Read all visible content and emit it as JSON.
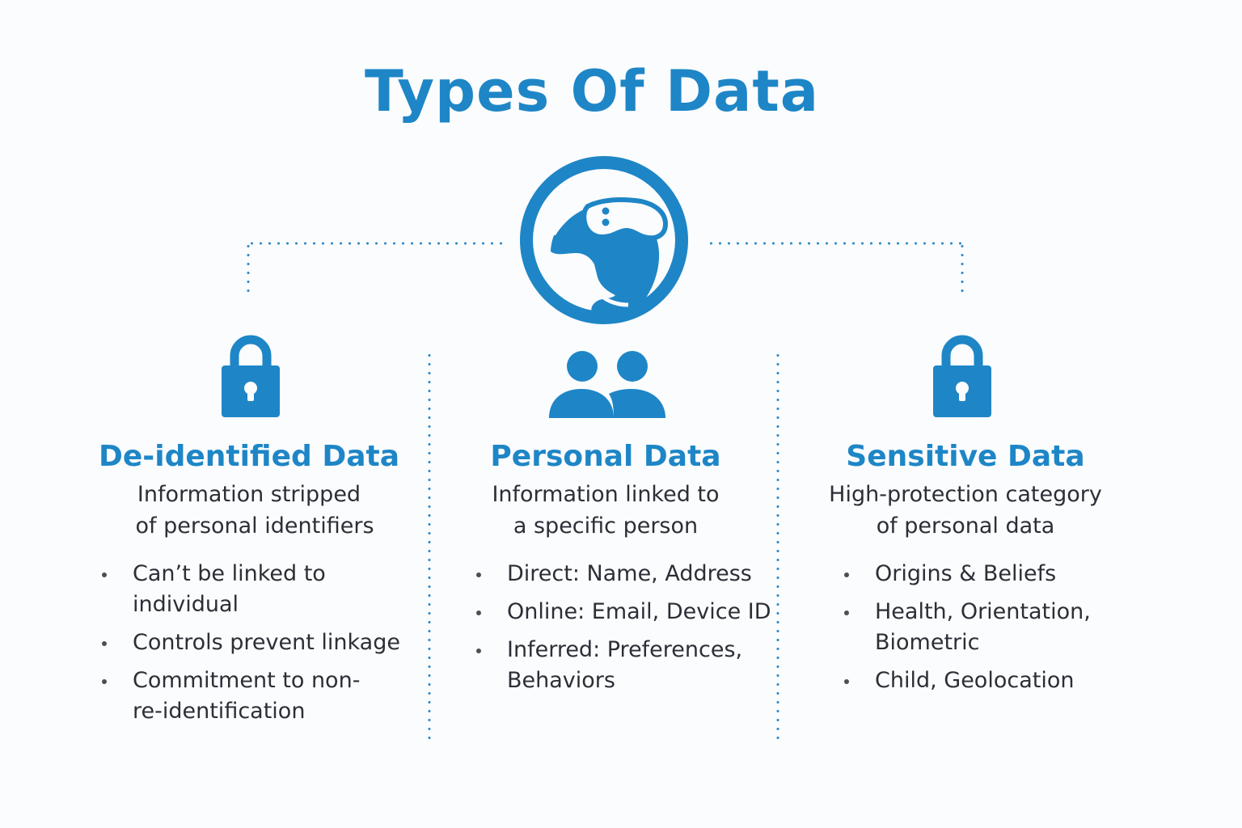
{
  "title": "Types Of Data",
  "colors": {
    "accent": "#1e86c6",
    "text": "#2b2f36",
    "background": "#fbfcfe"
  },
  "columns": [
    {
      "icon": "lock-icon",
      "title": "De-identified Data",
      "subtitle_lines": [
        "Information stripped",
        "of personal identifiers"
      ],
      "bullets": [
        [
          "Can’t be linked to",
          "individual"
        ],
        [
          "Controls prevent linkage"
        ],
        [
          "Commitment to non-",
          "re-identification"
        ]
      ]
    },
    {
      "icon": "people-icon",
      "title": "Personal Data",
      "subtitle_lines": [
        "Information linked to",
        "a specific person"
      ],
      "bullets": [
        [
          "Direct: Name, Address"
        ],
        [
          "Online: Email, Device ID"
        ],
        [
          "Inferred: Preferences,",
          "Behaviors"
        ]
      ]
    },
    {
      "icon": "lock-icon",
      "title": "Sensitive Data",
      "subtitle_lines": [
        "High-protection category",
        "of personal data"
      ],
      "bullets": [
        [
          "Origins & Beliefs"
        ],
        [
          "Health, Orientation,",
          "Biometric"
        ],
        [
          "Child, Geolocation"
        ]
      ]
    }
  ]
}
